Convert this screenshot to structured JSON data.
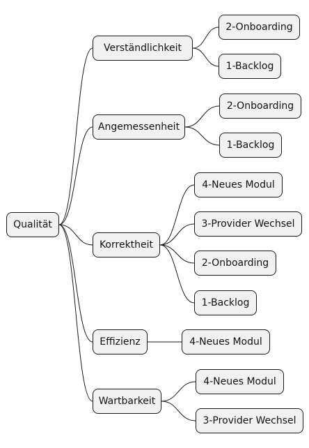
{
  "root": {
    "label": "Qualität"
  },
  "branches": [
    {
      "label": "Verständlichkeit",
      "children": [
        "2-Onboarding",
        "1-Backlog"
      ]
    },
    {
      "label": "Angemessenheit",
      "children": [
        "2-Onboarding",
        "1-Backlog"
      ]
    },
    {
      "label": "Korrektheit",
      "children": [
        "4-Neues Modul",
        "3-Provider Wechsel",
        "2-Onboarding",
        "1-Backlog"
      ]
    },
    {
      "label": "Effizienz",
      "children": [
        "4-Neues Modul"
      ]
    },
    {
      "label": "Wartbarkeit",
      "children": [
        "4-Neues Modul",
        "3-Provider Wechsel"
      ]
    }
  ],
  "colors": {
    "node_fill": "#f1f1f1",
    "node_border": "#181818",
    "line": "#1a1a1a",
    "text": "#111111",
    "background": "#ffffff"
  }
}
